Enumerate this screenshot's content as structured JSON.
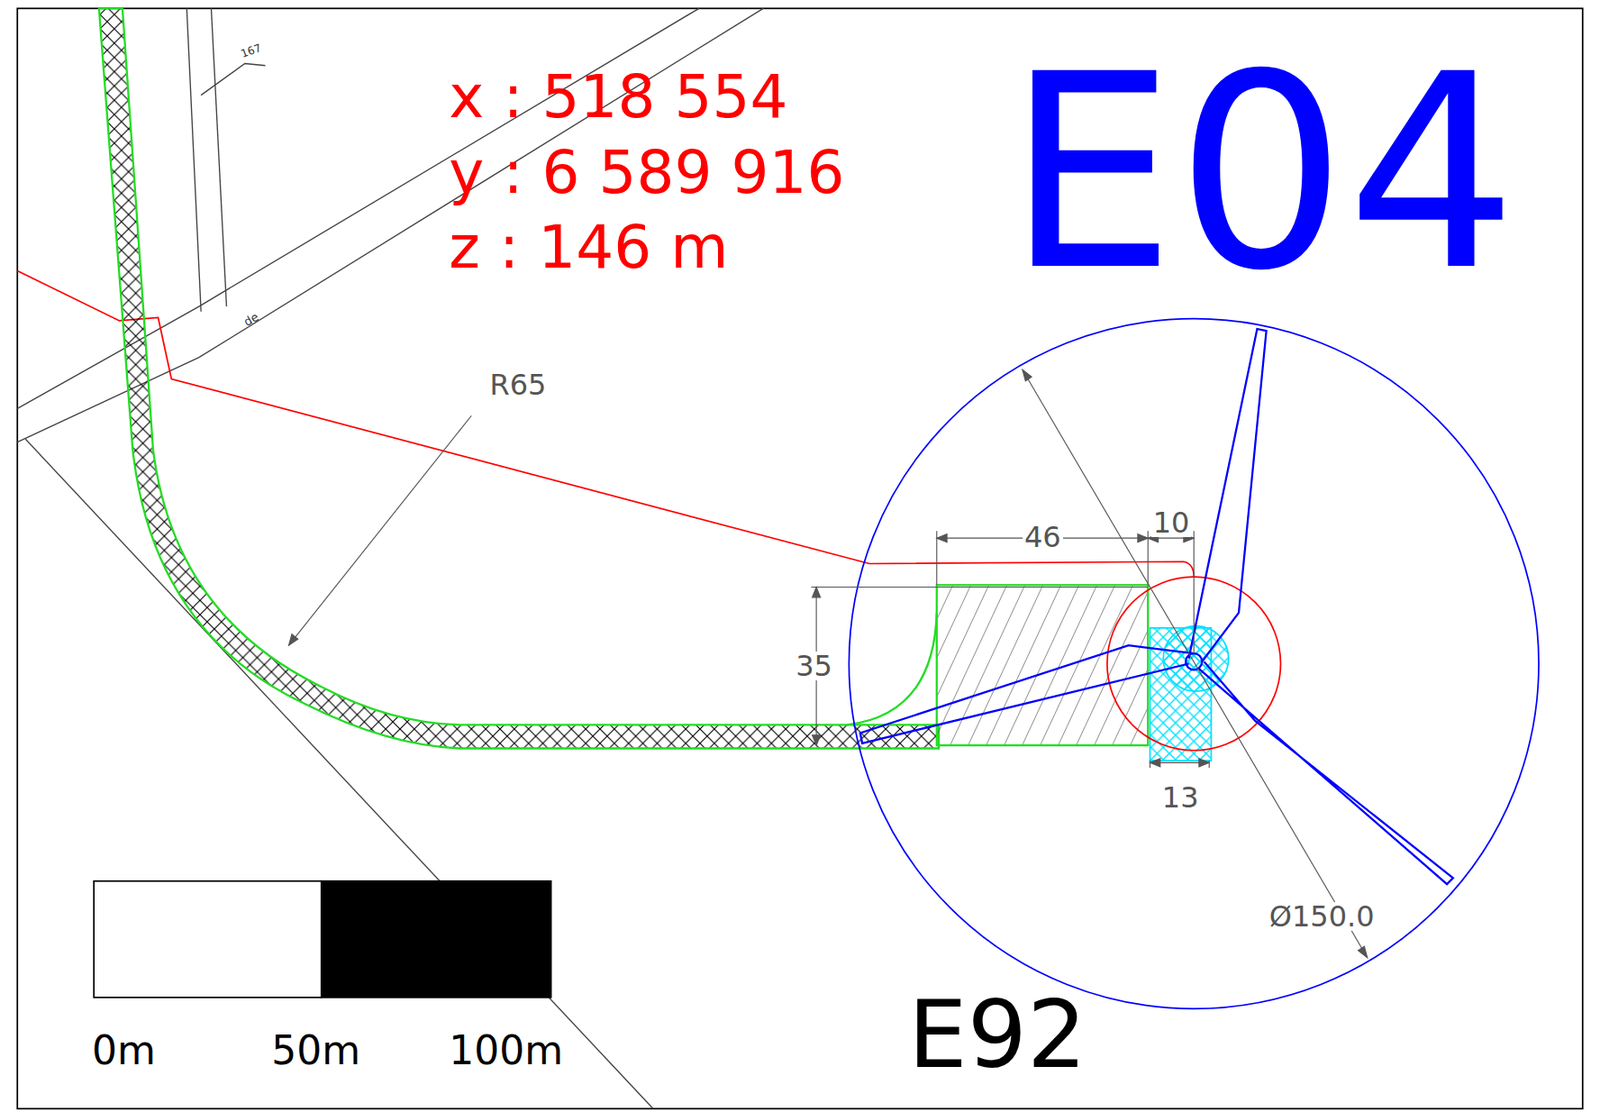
{
  "diagram": {
    "labels": [
      "x : 518 554",
      "y : 6 589 916",
      "z : 146 m",
      "E04",
      "R65",
      "46",
      "10",
      "35",
      "13",
      "Ø150.0",
      "E92",
      "0m",
      "50m",
      "100m",
      "167",
      "de"
    ]
  }
}
